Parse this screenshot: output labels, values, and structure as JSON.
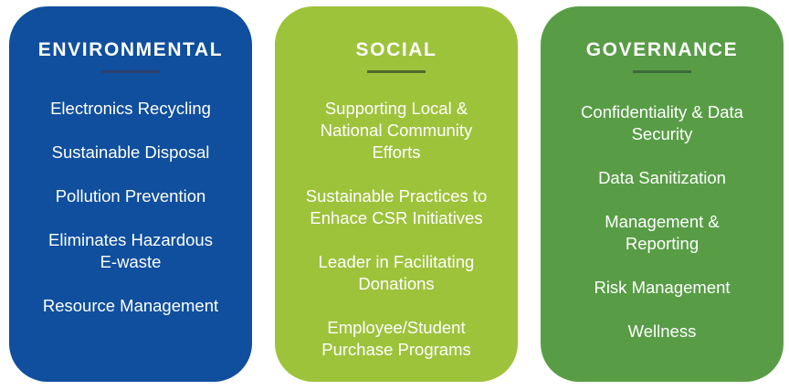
{
  "cards": [
    {
      "title": "ENVIRONMENTAL",
      "color": "#0f4f9e",
      "divider_color": "#2d3f6c",
      "items": [
        "Electronics Recycling",
        "Sustainable Disposal",
        "Pollution Prevention",
        "Eliminates Hazardous\nE-waste",
        "Resource Management"
      ]
    },
    {
      "title": "SOCIAL",
      "color": "#9dc33b",
      "divider_color": "#4f6b2e",
      "items": [
        "Supporting Local &\nNational Community\nEfforts",
        "Sustainable Practices to\nEnhace CSR Initiatives",
        "Leader in Facilitating\nDonations",
        "Employee/Student\nPurchase Programs"
      ]
    },
    {
      "title": "GOVERNANCE",
      "color": "#589d46",
      "divider_color": "#3e6a3a",
      "items": [
        "Confidentiality & Data\nSecurity",
        "Data Sanitization",
        "Management &\nReporting",
        "Risk Management",
        "Wellness"
      ]
    }
  ]
}
